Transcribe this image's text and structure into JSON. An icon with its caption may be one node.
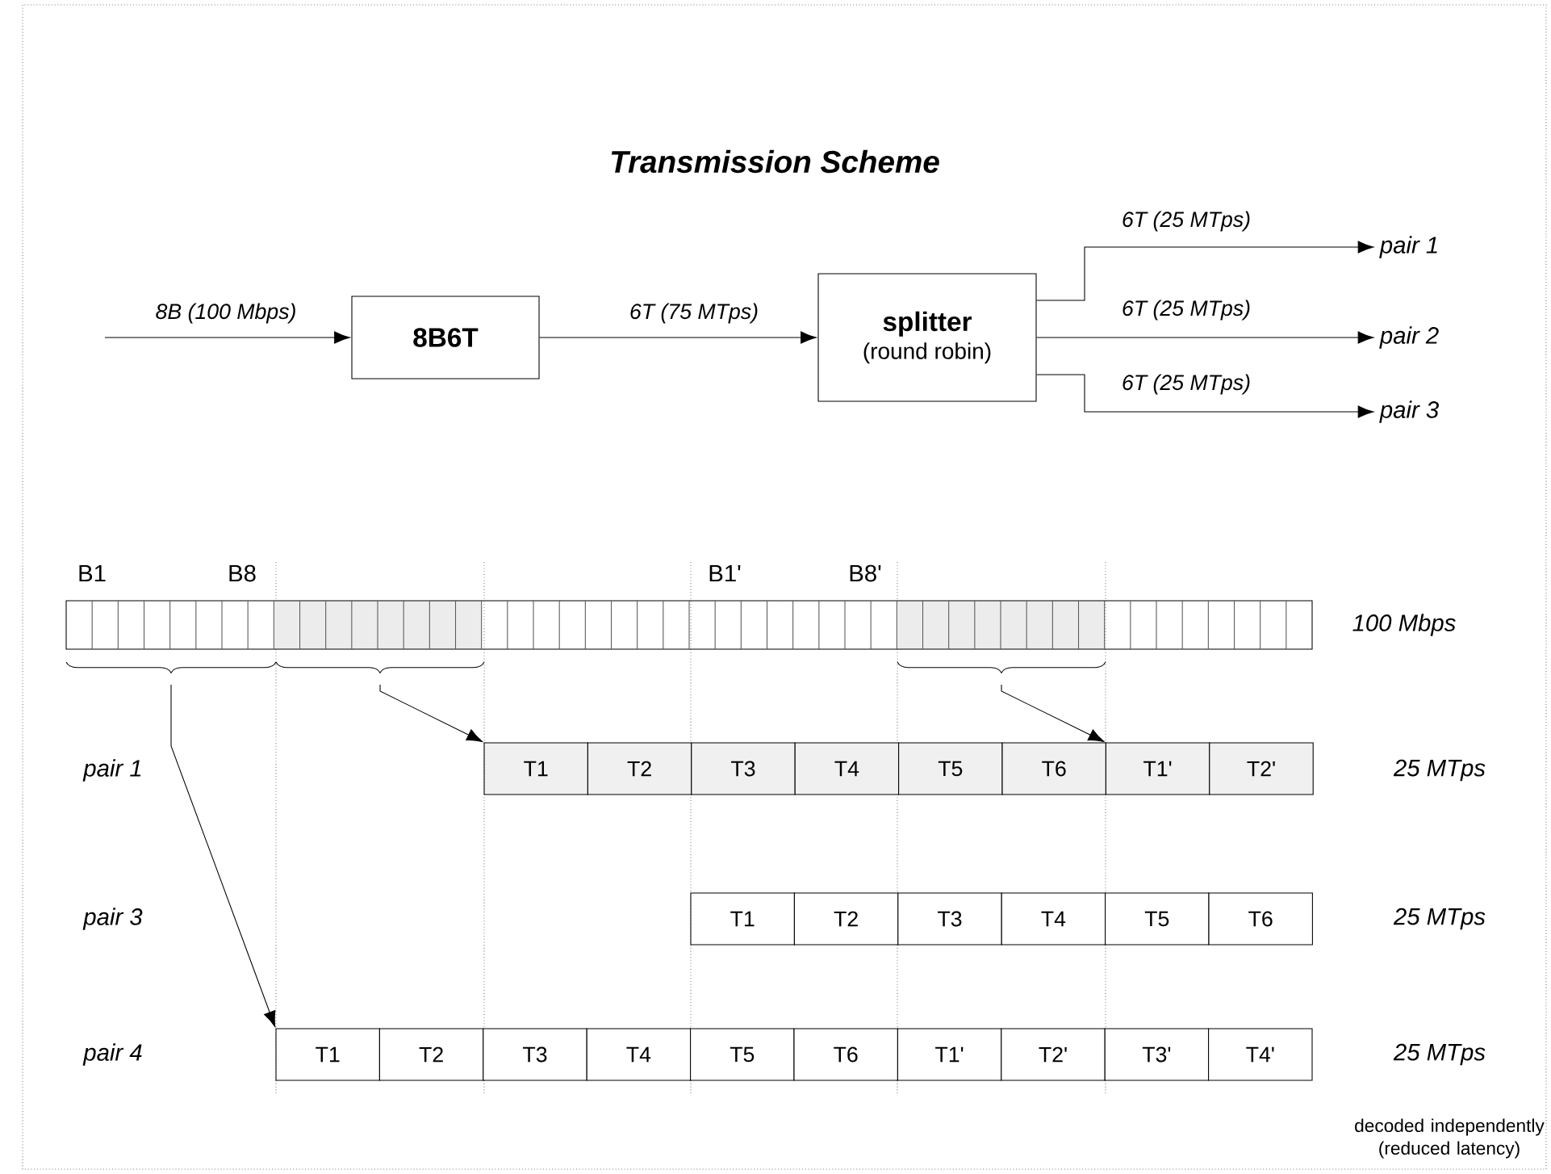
{
  "diagram": {
    "title": "Transmission Scheme",
    "nodes": [
      {
        "text": [
          "8B6T"
        ]
      },
      {
        "text": [
          "splitter",
          "(round robin)"
        ]
      },
      {
        "text": [
          "pair 1"
        ]
      },
      {
        "text": [
          "pair 2"
        ]
      },
      {
        "text": [
          "pair 3"
        ]
      },
      {
        "text": [],
        "shape": "bracket"
      },
      {
        "text": [],
        "shape": "bracket"
      },
      {
        "text": [],
        "shape": "bracket"
      },
      {
        "text": [
          "T1"
        ]
      },
      {
        "text": [
          "T2"
        ]
      },
      {
        "text": [
          "T3"
        ]
      },
      {
        "text": [
          "T4"
        ]
      },
      {
        "text": [
          "T5"
        ]
      },
      {
        "text": [
          "T6"
        ]
      },
      {
        "text": [
          "T1'"
        ]
      },
      {
        "text": [
          "T2'"
        ]
      },
      {
        "text": [
          "T1"
        ]
      },
      {
        "text": [
          "T2"
        ]
      },
      {
        "text": [
          "T3"
        ]
      },
      {
        "text": [
          "T4"
        ]
      },
      {
        "text": [
          "T5"
        ]
      },
      {
        "text": [
          "T6"
        ]
      },
      {
        "text": [
          "T1"
        ]
      },
      {
        "text": [
          "T2"
        ]
      },
      {
        "text": [
          "T3"
        ]
      },
      {
        "text": [
          "T4"
        ]
      },
      {
        "text": [
          "T5"
        ]
      },
      {
        "text": [
          "T6"
        ]
      },
      {
        "text": [
          "T1'"
        ]
      },
      {
        "text": [
          "T2'"
        ]
      },
      {
        "text": [
          "T3'"
        ]
      },
      {
        "text": [
          "T4'"
        ]
      }
    ],
    "edges": [
      {
        "from": null,
        "to": 0,
        "arrow": "to",
        "label": "8B (100 Mbps)"
      },
      {
        "from": 0,
        "to": 1,
        "arrow": "to",
        "label": "6T (75 MTps)"
      },
      {
        "from": 1,
        "to": 2,
        "arrow": "to",
        "label": "6T (25 MTps)"
      },
      {
        "from": 1,
        "to": 3,
        "arrow": "to",
        "label": "6T (25 MTps)"
      },
      {
        "from": 1,
        "to": 4,
        "arrow": "to",
        "label": "6T (25 MTps)"
      },
      {
        "from": 5,
        "to": 22,
        "arrow": "to"
      },
      {
        "from": 6,
        "to": 8,
        "arrow": "to"
      },
      {
        "from": 7,
        "to": 14,
        "arrow": "to"
      }
    ],
    "labels": [
      "B1",
      "B8",
      "B1'",
      "B8'",
      "100 Mbps",
      "pair 1",
      "25 MTps",
      "pair 3",
      "25 MTps",
      "pair 4",
      "25 MTps",
      "decoded independently (reduced latency)"
    ]
  }
}
